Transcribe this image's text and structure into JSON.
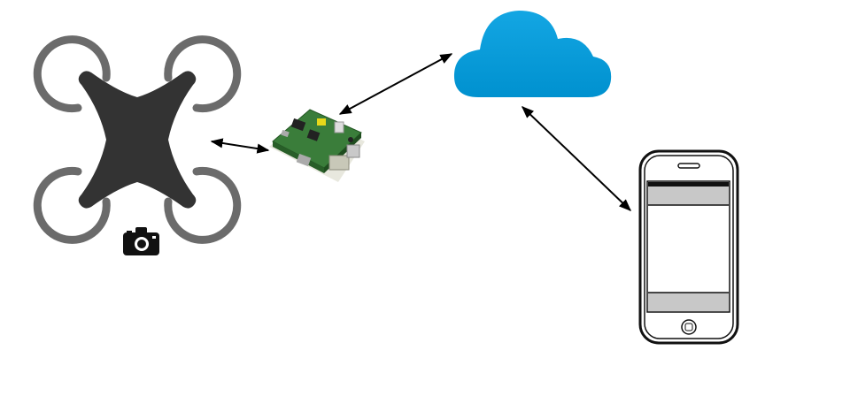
{
  "diagram": {
    "nodes": [
      {
        "id": "drone",
        "kind": "quadcopter",
        "icon": "drone-icon"
      },
      {
        "id": "camera",
        "kind": "camera",
        "icon": "camera-icon"
      },
      {
        "id": "board",
        "kind": "single-board computer",
        "icon": "circuit-board-icon"
      },
      {
        "id": "cloud",
        "kind": "cloud service",
        "icon": "cloud-icon"
      },
      {
        "id": "phone",
        "kind": "smartphone",
        "icon": "smartphone-icon"
      }
    ],
    "edges": [
      {
        "from": "drone",
        "to": "board",
        "direction": "both"
      },
      {
        "from": "board",
        "to": "cloud",
        "direction": "both"
      },
      {
        "from": "cloud",
        "to": "phone",
        "direction": "both"
      }
    ],
    "colors": {
      "drone_body": "#333333",
      "rotor_guard": "#6b6b6b",
      "cloud": "#0099d6",
      "board_pcb": "#3a7d3a",
      "phone_bars": "#c8c8c8",
      "arrow": "#000000"
    }
  }
}
